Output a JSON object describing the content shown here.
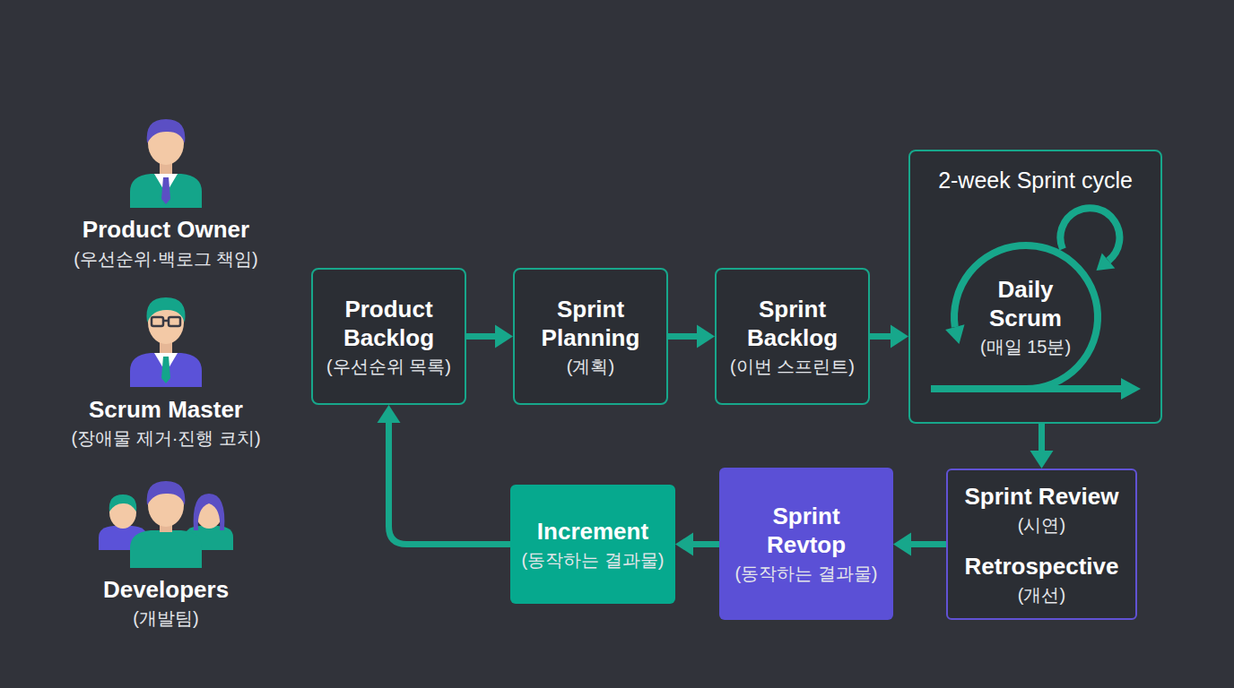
{
  "diagram": {
    "nodes": [
      {
        "text": [
          "Product Backlog",
          "(우선순위 목록)"
        ]
      },
      {
        "text": [
          "Sprint Planning",
          "(계획)"
        ]
      },
      {
        "text": [
          "Sprint Backlog",
          "(이번 스프린트)"
        ]
      },
      {
        "text": [
          "2-week Sprint cycle"
        ]
      },
      {
        "text": [
          "Daily Scrum",
          "(매일 15분)"
        ],
        "in": 3
      },
      {
        "text": [
          "Sprint Review",
          "(시연)",
          "Retrospective",
          "(개선)"
        ]
      },
      {
        "text": [
          "Sprint Revtop",
          "(동작하는 결과물)"
        ]
      },
      {
        "text": [
          "Increment",
          "(동작하는 결과물)"
        ]
      }
    ],
    "edges": [
      {
        "from": 0,
        "to": 1,
        "arrow": "to"
      },
      {
        "from": 1,
        "to": 2,
        "arrow": "to"
      },
      {
        "from": 2,
        "to": 3,
        "arrow": "to"
      },
      {
        "from": 3,
        "to": 5,
        "arrow": "to"
      },
      {
        "from": 5,
        "to": 6,
        "arrow": "to"
      },
      {
        "from": 6,
        "to": 7,
        "arrow": "to"
      },
      {
        "from": 7,
        "to": 0,
        "arrow": "to"
      }
    ],
    "labels": [
      "Product Owner",
      "(우선순위·백로그 책임)",
      "Scrum Master",
      "(장애물 제거·진행 코치)",
      "Developers",
      "(개발팀)"
    ]
  }
}
